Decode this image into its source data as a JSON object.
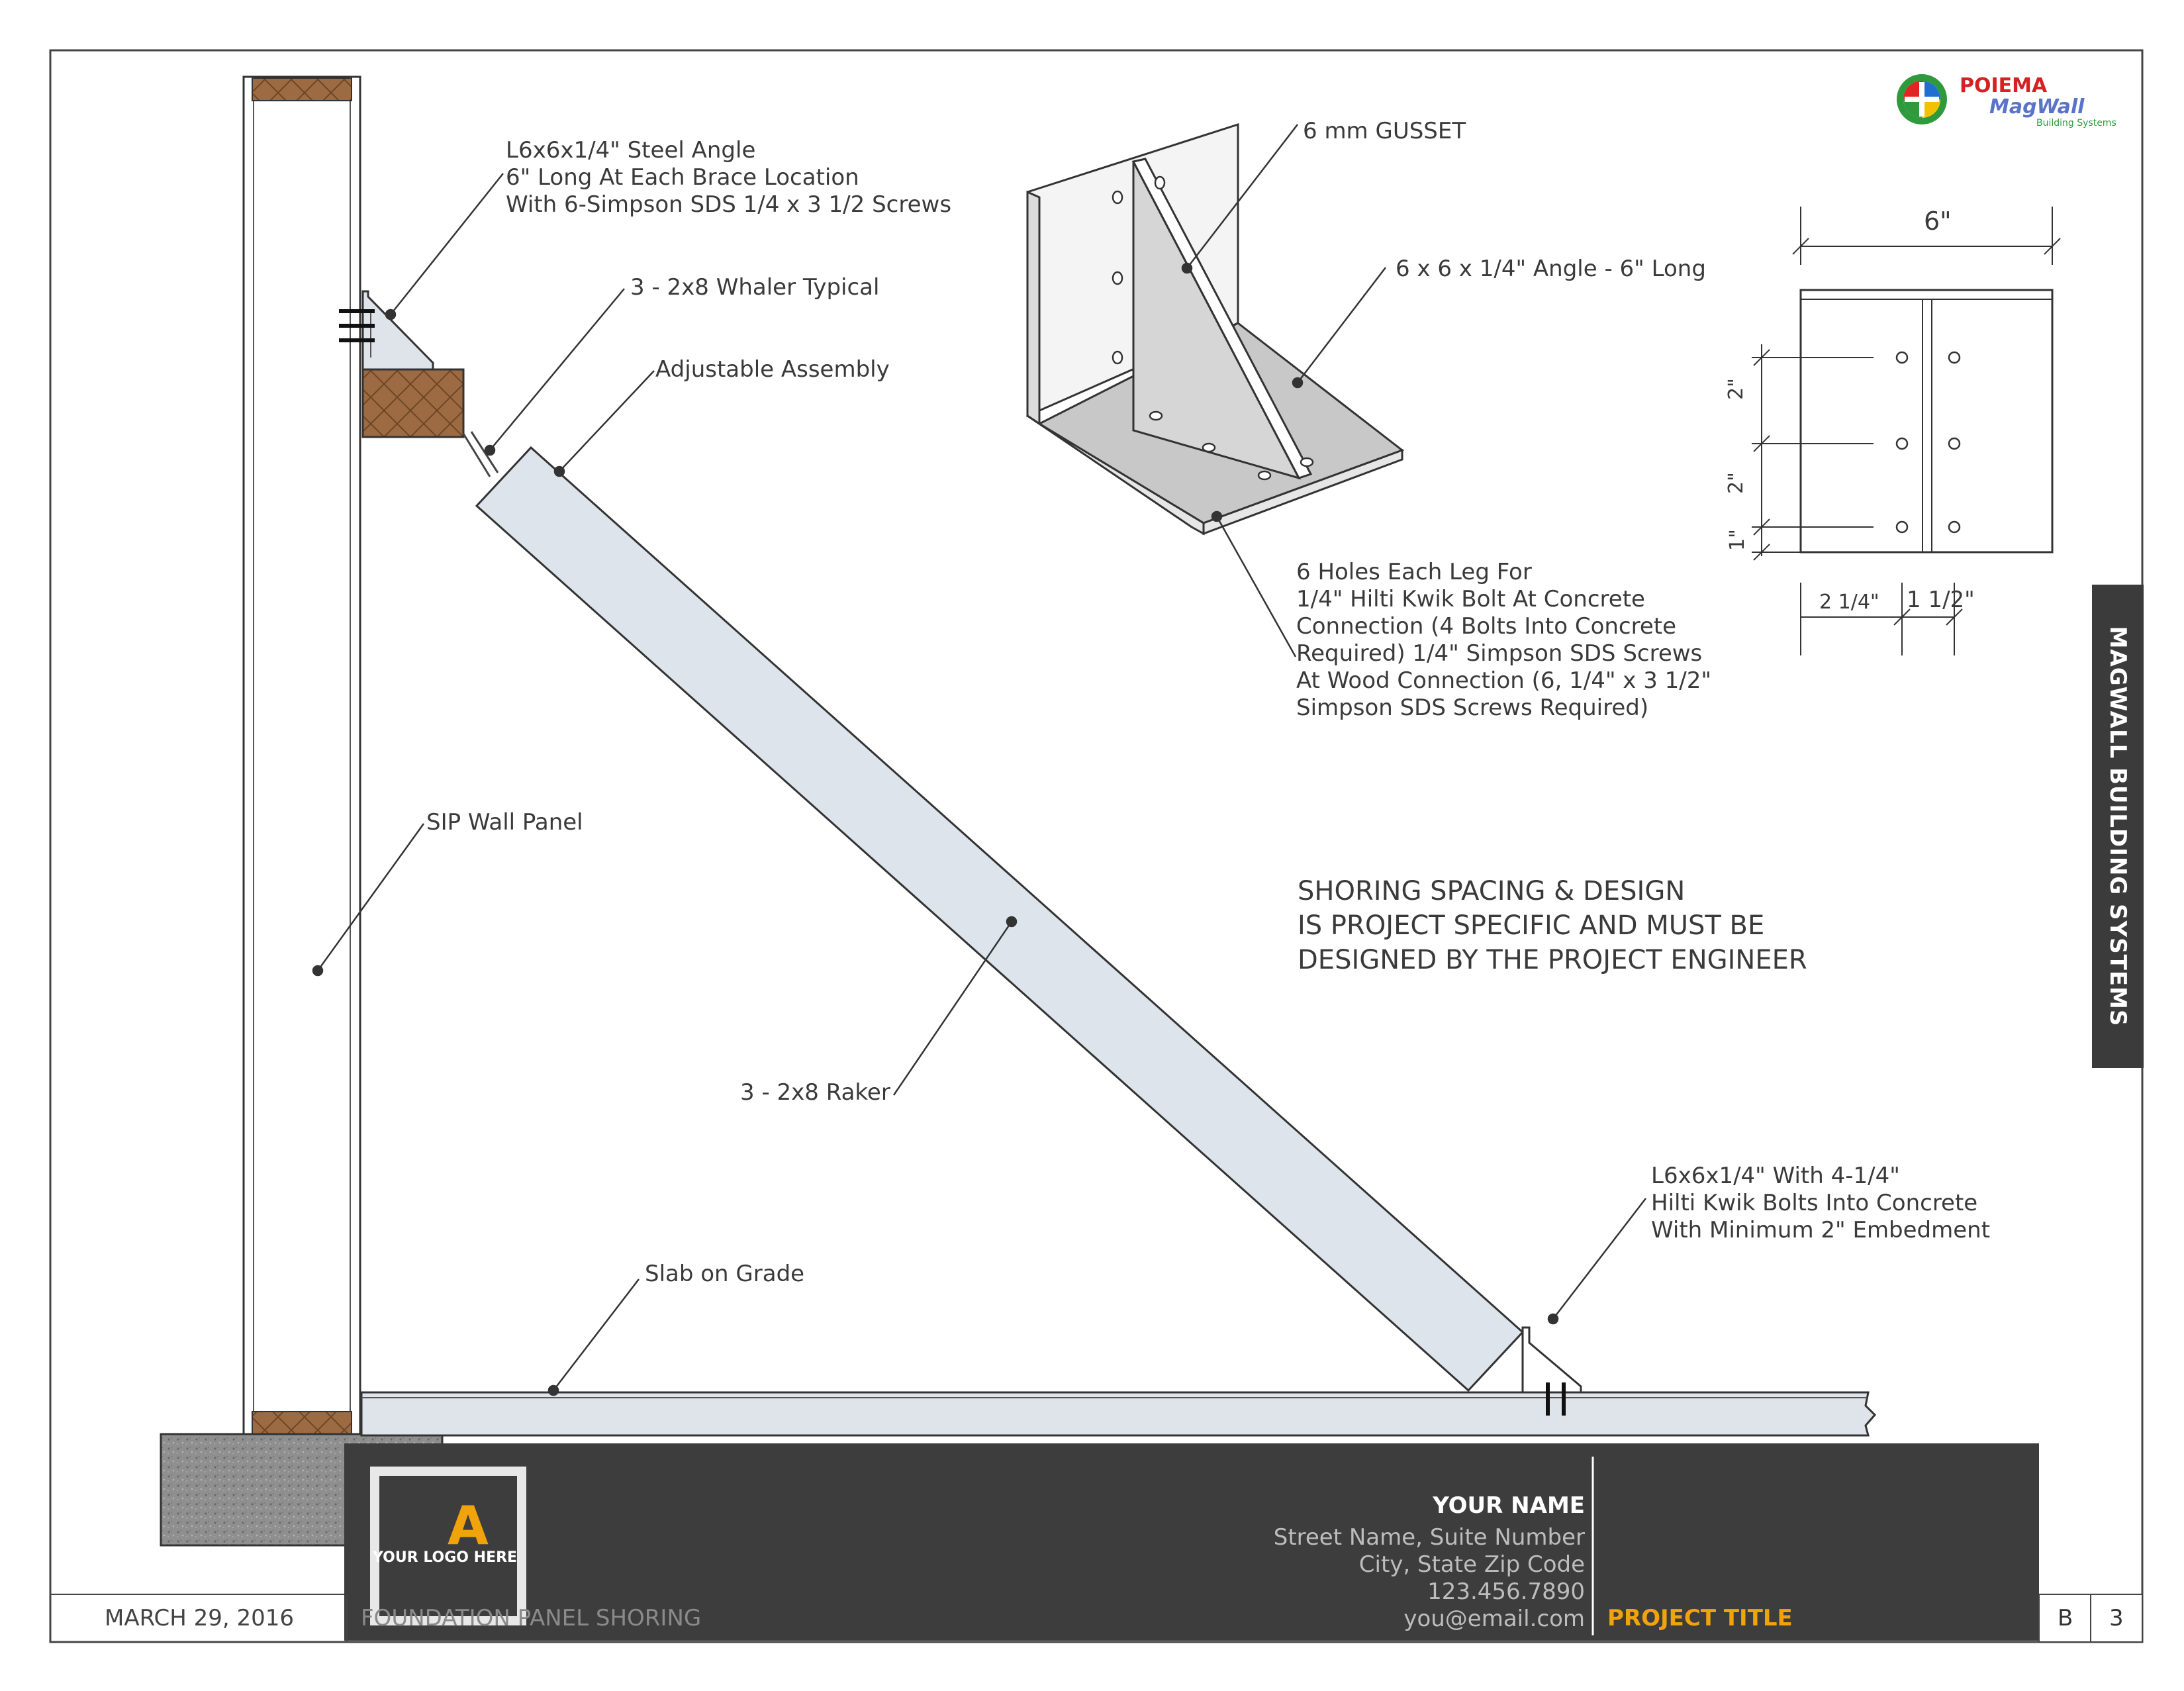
{
  "labels": {
    "steel_angle": [
      "L6x6x1/4\" Steel Angle",
      "6\" Long At Each Brace Location",
      "With 6-Simpson SDS 1/4 x 3 1/2 Screws"
    ],
    "whaler": "3 - 2x8 Whaler Typical",
    "adjustable": "Adjustable Assembly",
    "sip_wall": "SIP Wall Panel",
    "raker": "3 - 2x8 Raker",
    "slab": "Slab on Grade",
    "bottom_angle": [
      "L6x6x1/4\" With 4-1/4\"",
      "Hilti Kwik Bolts Into Concrete",
      "With Minimum 2\" Embedment"
    ],
    "gusset": "6 mm GUSSET",
    "angle_6": "6 x 6 x 1/4\" Angle - 6\" Long",
    "holes": [
      "6 Holes Each Leg For",
      "1/4\" Hilti Kwik Bolt At Concrete",
      "Connection (4 Bolts Into Concrete",
      "Required) 1/4\" Simpson SDS Screws",
      "At Wood Connection (6, 1/4\" x 3 1/2\"",
      "Simpson SDS Screws Required)"
    ]
  },
  "note": [
    "SHORING SPACING & DESIGN",
    "IS PROJECT SPECIFIC AND MUST BE",
    "DESIGNED BY THE PROJECT ENGINEER"
  ],
  "dimensions": {
    "width_top": "6\"",
    "v1": "2\"",
    "v2": "2\"",
    "v3": "1\"",
    "h1": "2 1/4\"",
    "h2": "1 1/2\""
  },
  "logo": {
    "brand": "POIEMA",
    "product": "MagWall",
    "sub": "Building Systems",
    "letter": "A",
    "placeholder": "YOUR LOGO HERE"
  },
  "side_label": "MAGWALL BUILDING SYSTEMS",
  "title_block": {
    "date": "MARCH 29, 2016",
    "drawing_title": "FOUNDATION PANEL SHORING",
    "name": "YOUR NAME",
    "street": "Street Name, Suite Number",
    "city": "City, State Zip Code",
    "phone": "123.456.7890",
    "email": "you@email.com",
    "project": "PROJECT TITLE",
    "sheet_letter": "B",
    "sheet_number": "3"
  },
  "colors": {
    "steel": "#dfe4eb",
    "wood": "#9c6b43",
    "concrete": "#8e8e8e",
    "titlebar": "#3d3d3d",
    "accent": "#f0a30a"
  }
}
